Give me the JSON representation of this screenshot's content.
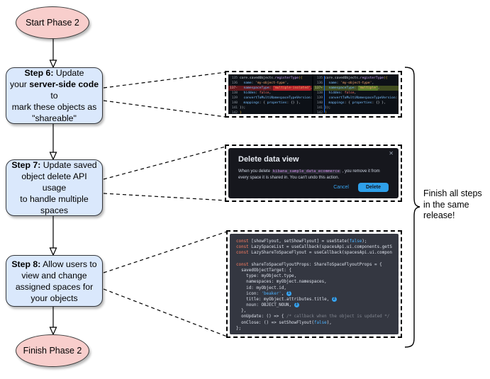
{
  "colors": {
    "node_pink": "#f8cecc",
    "node_blue": "#dae8fc",
    "accent_blue": "#36a2ef",
    "diff_bg": "#0d1117",
    "diff_del_bg": "#62181d",
    "diff_add_bg": "#414d20",
    "code_bg": "#343741",
    "modal_bg": "#16171d"
  },
  "flowchart": {
    "start_label": "Start Phase 2",
    "finish_label": "Finish Phase 2",
    "brace_note": "Finish all steps in the same release!",
    "steps": [
      {
        "segments": [
          {
            "text": "Step 6:",
            "bold": true
          },
          {
            "text": " Update",
            "bold": false
          },
          {
            "br": true
          },
          {
            "text": "your ",
            "bold": false
          },
          {
            "text": "server-side code",
            "bold": true
          },
          {
            "text": " to",
            "bold": false
          },
          {
            "br": true
          },
          {
            "text": "mark these objects as",
            "bold": false
          },
          {
            "br": true
          },
          {
            "text": "\"shareable\"",
            "bold": false
          }
        ]
      },
      {
        "segments": [
          {
            "text": "Step 7:",
            "bold": true
          },
          {
            "text": " Update saved",
            "bold": false
          },
          {
            "br": true
          },
          {
            "text": "object delete API usage",
            "bold": false
          },
          {
            "br": true
          },
          {
            "text": "to handle multiple spaces",
            "bold": false
          }
        ]
      },
      {
        "segments": [
          {
            "text": "Step 8:",
            "bold": true
          },
          {
            "text": " Allow users to",
            "bold": false
          },
          {
            "br": true
          },
          {
            "text": "view and change",
            "bold": false
          },
          {
            "br": true
          },
          {
            "text": "assigned spaces for",
            "bold": false
          },
          {
            "br": true
          },
          {
            "text": "your objects",
            "bold": false
          }
        ]
      }
    ]
  },
  "diff_panel": {
    "left": {
      "lines": [
        {
          "num": "135",
          "segs": [
            {
              "t": "core.savedObjects.",
              "c": "w"
            },
            {
              "t": "registerType",
              "c": "p"
            },
            {
              "t": "({",
              "c": "y"
            }
          ]
        },
        {
          "num": "136",
          "segs": [
            {
              "t": "  ",
              "c": "w"
            },
            {
              "t": "name",
              "c": "b"
            },
            {
              "t": ": ",
              "c": "w"
            },
            {
              "t": "'my-object-type'",
              "c": "o"
            },
            {
              "t": ",",
              "c": "w"
            }
          ]
        },
        {
          "num": "137-",
          "type": "del",
          "segs": [
            {
              "t": "  ",
              "c": "w"
            },
            {
              "t": "namespaceType",
              "c": "b"
            },
            {
              "t": ": ",
              "c": "w"
            },
            {
              "t": "'multiple-isolated'",
              "c": "o",
              "hl": "del"
            },
            {
              "t": ",",
              "c": "w"
            }
          ]
        },
        {
          "num": "138",
          "segs": [
            {
              "t": "  ",
              "c": "w"
            },
            {
              "t": "hidden",
              "c": "b"
            },
            {
              "t": ": ",
              "c": "w"
            },
            {
              "t": "false",
              "c": "k"
            },
            {
              "t": ",",
              "c": "w"
            }
          ]
        },
        {
          "num": "139",
          "segs": [
            {
              "t": "  ",
              "c": "w"
            },
            {
              "t": "convertToMultiNamespaceTypeVersion",
              "c": "b"
            },
            {
              "t": ": ",
              "c": "w"
            },
            {
              "t": "'",
              "c": "o"
            }
          ]
        },
        {
          "num": "140",
          "segs": [
            {
              "t": "  ",
              "c": "w"
            },
            {
              "t": "mappings",
              "c": "b"
            },
            {
              "t": ": { ",
              "c": "w"
            },
            {
              "t": "properties",
              "c": "b"
            },
            {
              "t": ": {} },",
              "c": "w"
            }
          ]
        },
        {
          "num": "141",
          "segs": [
            {
              "t": "});",
              "c": "w"
            }
          ]
        },
        {
          "num": "142",
          "segs": [
            {
              "t": "}",
              "c": "y"
            }
          ]
        }
      ]
    },
    "right": {
      "lines": [
        {
          "num": "135",
          "segs": [
            {
              "t": "core.savedObjects.",
              "c": "w"
            },
            {
              "t": "registerType",
              "c": "p"
            },
            {
              "t": "({",
              "c": "y"
            }
          ]
        },
        {
          "num": "136",
          "segs": [
            {
              "t": "  ",
              "c": "w"
            },
            {
              "t": "name",
              "c": "b"
            },
            {
              "t": ": ",
              "c": "w"
            },
            {
              "t": "'my-object-type'",
              "c": "o"
            },
            {
              "t": ",",
              "c": "w"
            }
          ]
        },
        {
          "num": "137+",
          "type": "add",
          "segs": [
            {
              "t": "  ",
              "c": "w"
            },
            {
              "t": "namespaceType",
              "c": "b"
            },
            {
              "t": ": ",
              "c": "w"
            },
            {
              "t": "'multiple'",
              "c": "o",
              "hl": "add"
            },
            {
              "t": ",",
              "c": "w"
            }
          ]
        },
        {
          "num": "138",
          "segs": [
            {
              "t": "  ",
              "c": "w"
            },
            {
              "t": "hidden",
              "c": "b"
            },
            {
              "t": ": ",
              "c": "w"
            },
            {
              "t": "false",
              "c": "k"
            },
            {
              "t": ",",
              "c": "w"
            }
          ]
        },
        {
          "num": "139",
          "segs": [
            {
              "t": "  ",
              "c": "w"
            },
            {
              "t": "convertToMultiNamespaceTypeVersion",
              "c": "b"
            },
            {
              "t": ": ",
              "c": "w"
            },
            {
              "t": "'",
              "c": "o"
            }
          ]
        },
        {
          "num": "140",
          "segs": [
            {
              "t": "  ",
              "c": "w"
            },
            {
              "t": "mappings",
              "c": "b"
            },
            {
              "t": ": { ",
              "c": "w"
            },
            {
              "t": "properties",
              "c": "b"
            },
            {
              "t": ": {} },",
              "c": "w"
            }
          ]
        },
        {
          "num": "141",
          "segs": [
            {
              "t": "});",
              "c": "w"
            }
          ]
        },
        {
          "num": "142",
          "segs": [
            {
              "t": "}",
              "c": "y"
            }
          ]
        }
      ]
    }
  },
  "dialog": {
    "title": "Delete data view",
    "close_icon": "✕",
    "body_pre": "When you delete ",
    "body_code": "kibana_sample_data_ecommerce",
    "body_post": " , you remove it from every space it is shared in. You can't undo this action.",
    "cancel_label": "Cancel",
    "delete_label": "Delete"
  },
  "code_panel": {
    "lines": [
      {
        "segs": [
          {
            "t": "const ",
            "c": "k"
          },
          {
            "t": "[showFlyout, setShowFlyout] = useState(",
            "c": "d"
          },
          {
            "t": "false",
            "c": "v"
          },
          {
            "t": ");",
            "c": "d"
          }
        ]
      },
      {
        "segs": [
          {
            "t": "const ",
            "c": "k"
          },
          {
            "t": "LazySpaceList = useCallback(spacesApi.ui.components.getSpaceLis",
            "c": "d"
          }
        ]
      },
      {
        "segs": [
          {
            "t": "const ",
            "c": "k"
          },
          {
            "t": "LazyShareToSpaceFlyout = useCallback(spacesApi.ui.components.ge",
            "c": "d"
          }
        ]
      },
      {
        "segs": []
      },
      {
        "segs": [
          {
            "t": "const ",
            "c": "k"
          },
          {
            "t": "shareToSpaceFlyoutProps: ShareToSpaceFlyoutProps = {",
            "c": "d"
          }
        ]
      },
      {
        "segs": [
          {
            "t": "  savedObjectTarget: {",
            "c": "d"
          }
        ]
      },
      {
        "segs": [
          {
            "t": "    type: myObject.type,",
            "c": "d"
          }
        ]
      },
      {
        "segs": [
          {
            "t": "    namespaces: myObject.namespaces,",
            "c": "d"
          }
        ]
      },
      {
        "segs": [
          {
            "t": "    id: myObject.id,",
            "c": "d"
          }
        ]
      },
      {
        "segs": [
          {
            "t": "    icon: ",
            "c": "d"
          },
          {
            "t": "'beaker'",
            "c": "s"
          },
          {
            "t": ", ",
            "c": "d"
          },
          {
            "badge": "1"
          }
        ]
      },
      {
        "segs": [
          {
            "t": "    title: myObject.attributes.title, ",
            "c": "d"
          },
          {
            "badge": "2"
          }
        ]
      },
      {
        "segs": [
          {
            "t": "    noun: OBJECT_NOUN, ",
            "c": "d"
          },
          {
            "badge": "3"
          }
        ]
      },
      {
        "segs": [
          {
            "t": "  },",
            "c": "d"
          }
        ]
      },
      {
        "segs": [
          {
            "t": "  onUpdate: () => { ",
            "c": "d"
          },
          {
            "t": "/* callback when the object is updated */",
            "c": "c"
          },
          {
            "t": " },",
            "c": "d"
          }
        ]
      },
      {
        "segs": [
          {
            "t": "  onClose: () => setShowFlyout(",
            "c": "d"
          },
          {
            "t": "false",
            "c": "v"
          },
          {
            "t": "),",
            "c": "d"
          }
        ]
      },
      {
        "segs": [
          {
            "t": "};",
            "c": "d"
          }
        ]
      }
    ]
  }
}
